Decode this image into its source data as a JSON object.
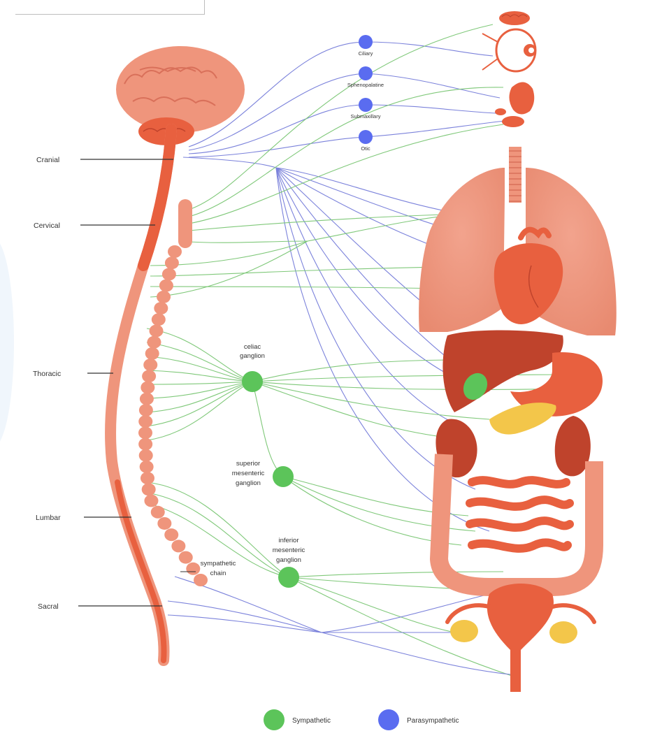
{
  "spinal_regions": [
    {
      "key": "cranial",
      "label": "Cranial"
    },
    {
      "key": "cervical",
      "label": "Cervical"
    },
    {
      "key": "thoracic",
      "label": "Thoracic"
    },
    {
      "key": "lumbar",
      "label": "Lumbar"
    },
    {
      "key": "sacral",
      "label": "Sacral"
    }
  ],
  "cranial_ganglia": [
    {
      "key": "ciliary",
      "label": "Ciliary"
    },
    {
      "key": "sphenopalatine",
      "label": "Sphenopalatine"
    },
    {
      "key": "submaxillary",
      "label": "Submaxillary"
    },
    {
      "key": "otic",
      "label": "Otic"
    }
  ],
  "sympathetic_ganglia": {
    "celiac": [
      "celiac",
      "ganglion"
    ],
    "superior_mesenteric": [
      "superior",
      "mesenteric",
      "ganglion"
    ],
    "inferior_mesenteric": [
      "inferior",
      "mesenteric",
      "ganglion"
    ]
  },
  "sympathetic_chain_label": [
    "sympathetic",
    "chain"
  ],
  "legend": [
    {
      "key": "sympathetic",
      "label": "Sympathetic",
      "color": "#5cc45a"
    },
    {
      "key": "parasympathetic",
      "label": "Parasympathetic",
      "color": "#5a6cf0"
    }
  ],
  "colors": {
    "sympathetic_line": "#7fc879",
    "parasympathetic_line": "#7b82db",
    "organ_light": "#ef957c",
    "organ_mid": "#e8603f",
    "organ_dark": "#bf432c",
    "gold": "#f3c64a"
  }
}
